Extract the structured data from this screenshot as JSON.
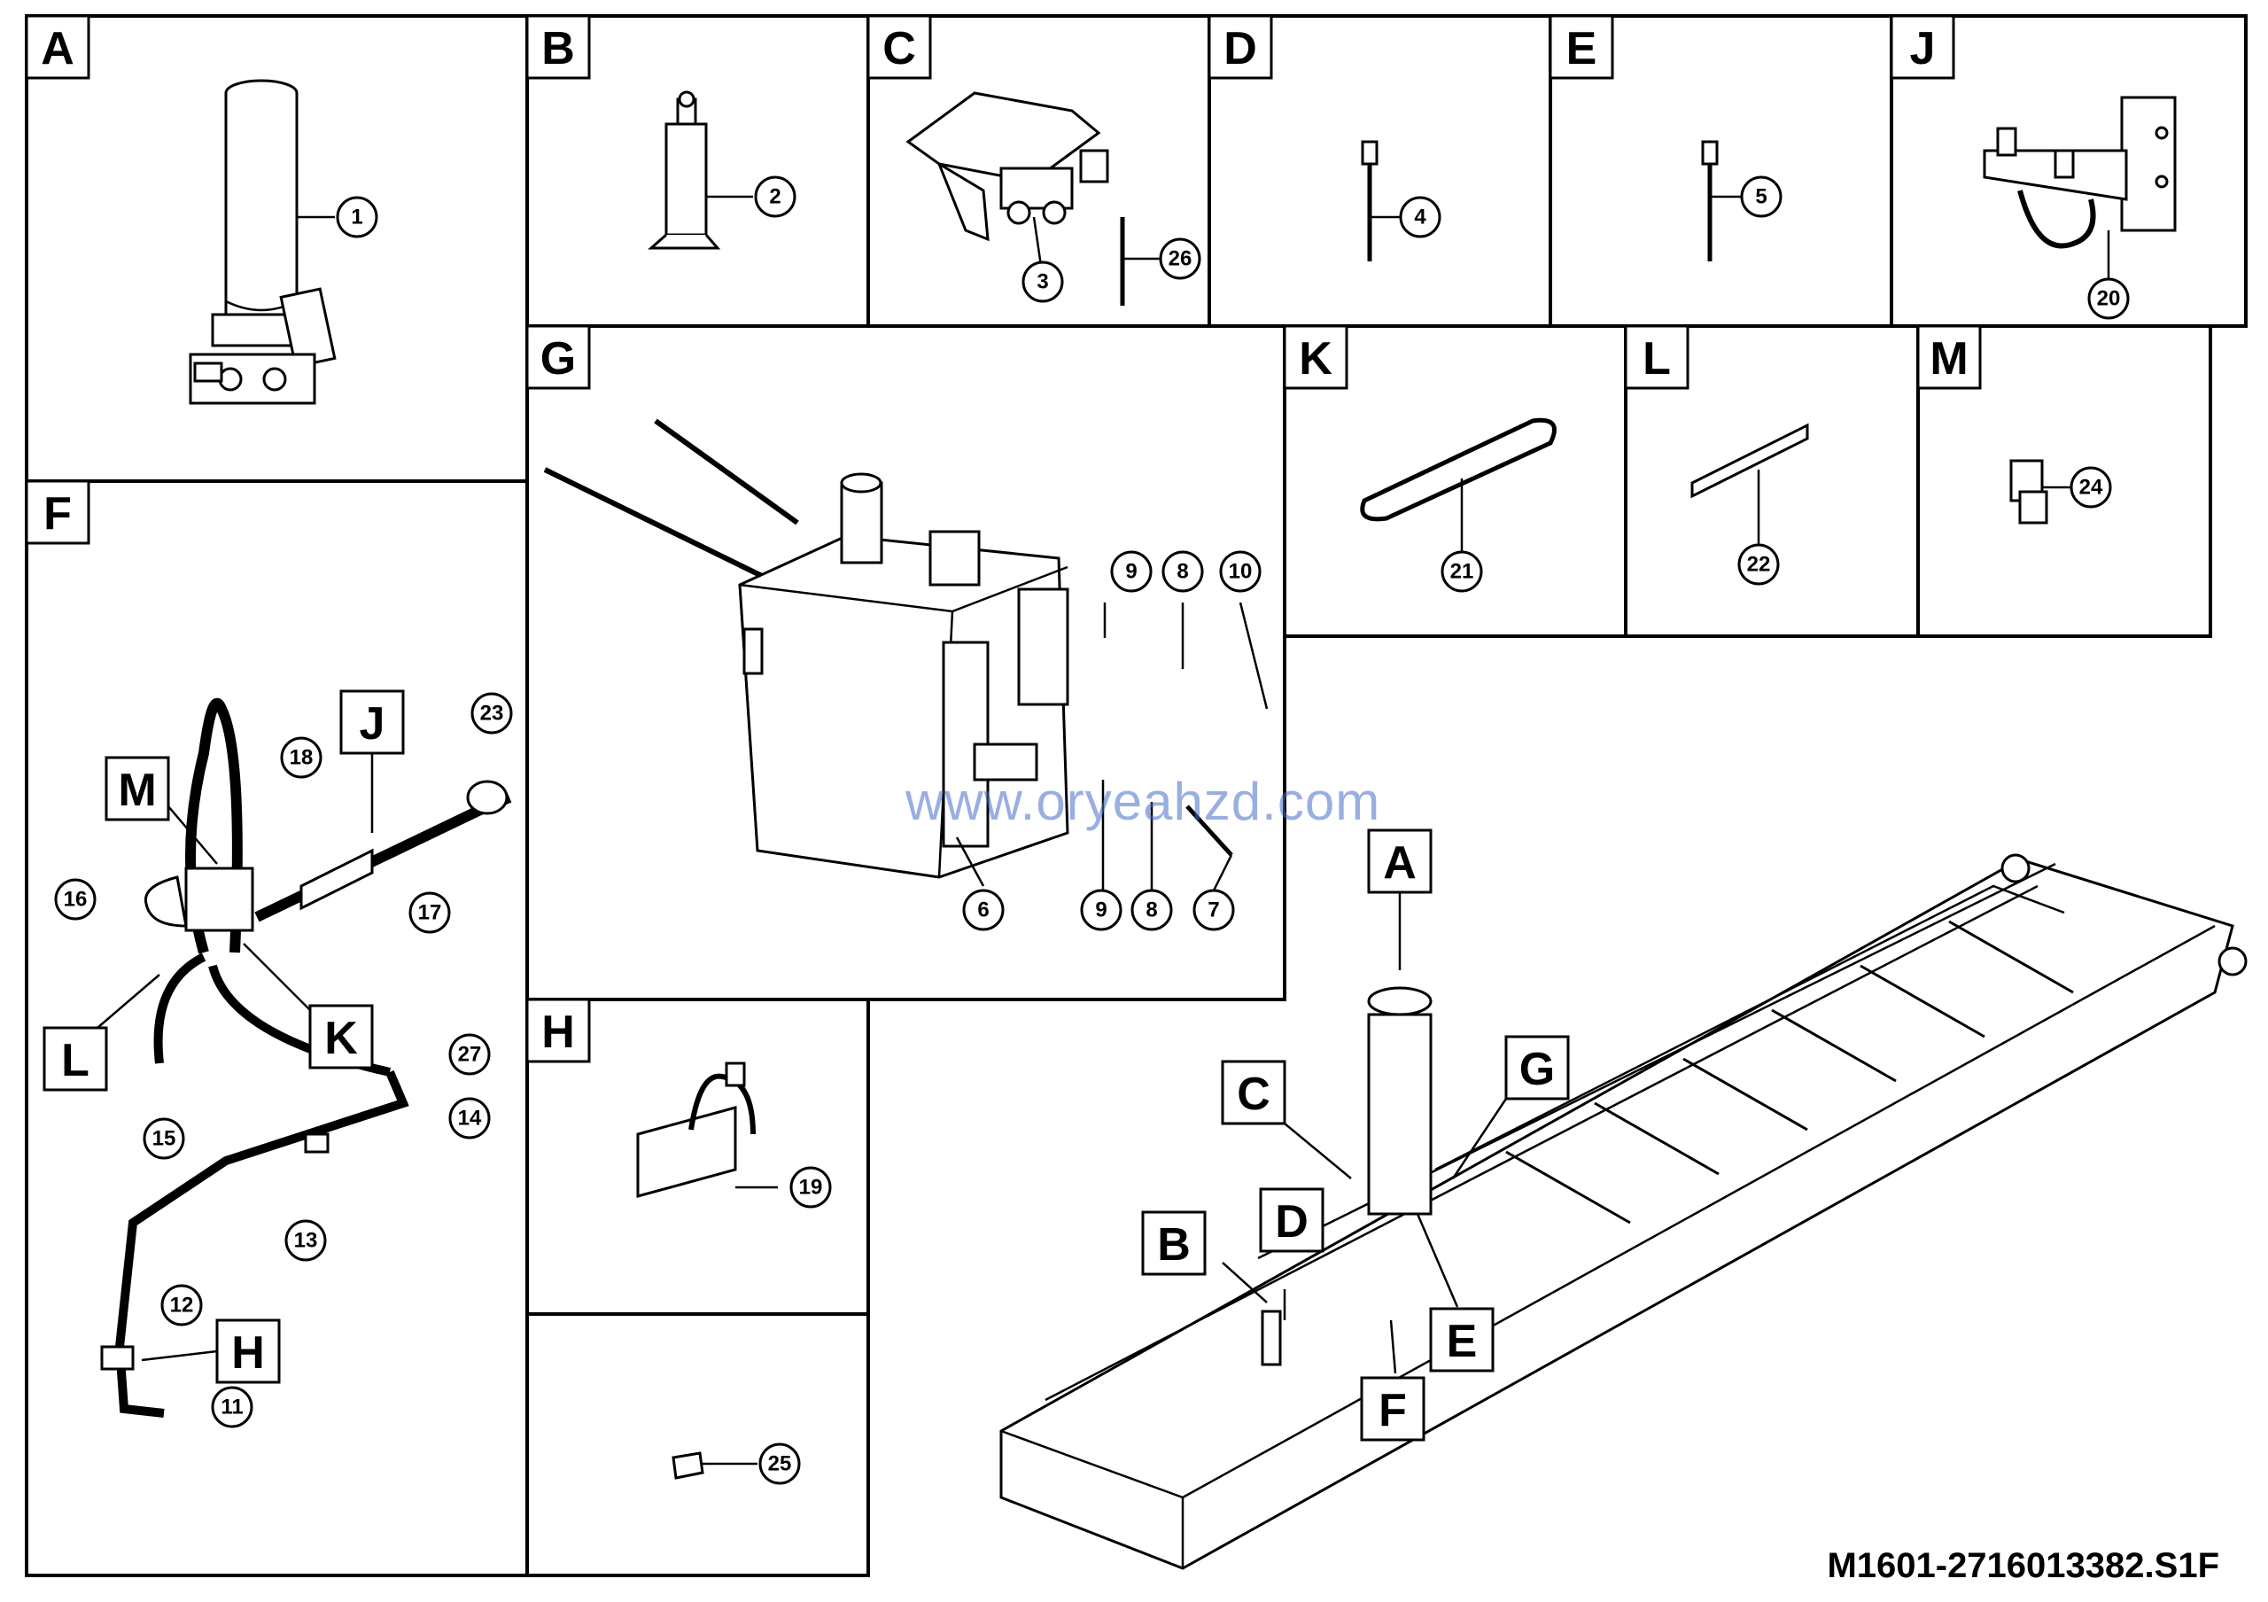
{
  "document_code": "M1601-2716013382.S1F",
  "watermark": "www.oryeahzd.com",
  "panels": {
    "A": {
      "letter": "A",
      "callouts": [
        "1"
      ]
    },
    "B": {
      "letter": "B",
      "callouts": [
        "2"
      ]
    },
    "C": {
      "letter": "C",
      "callouts": [
        "3",
        "26"
      ]
    },
    "D": {
      "letter": "D",
      "callouts": [
        "4"
      ]
    },
    "E": {
      "letter": "E",
      "callouts": [
        "5"
      ]
    },
    "J": {
      "letter": "J",
      "callouts": [
        "20"
      ]
    },
    "G": {
      "letter": "G",
      "callouts": [
        "9",
        "8",
        "10",
        "6",
        "9",
        "8",
        "7"
      ]
    },
    "K": {
      "letter": "K",
      "callouts": [
        "21"
      ]
    },
    "L": {
      "letter": "L",
      "callouts": [
        "22"
      ]
    },
    "M": {
      "letter": "M",
      "callouts": [
        "24"
      ]
    },
    "F": {
      "letter": "F",
      "callouts": [
        "23",
        "18",
        "16",
        "17",
        "27",
        "15",
        "14",
        "13",
        "12",
        "11"
      ],
      "pointers": [
        "J",
        "M",
        "L",
        "K",
        "H"
      ]
    },
    "H": {
      "letter": "H",
      "callouts": [
        "19",
        "25"
      ]
    }
  },
  "chassis_pointers": [
    "A",
    "C",
    "G",
    "B",
    "D",
    "E",
    "F"
  ]
}
